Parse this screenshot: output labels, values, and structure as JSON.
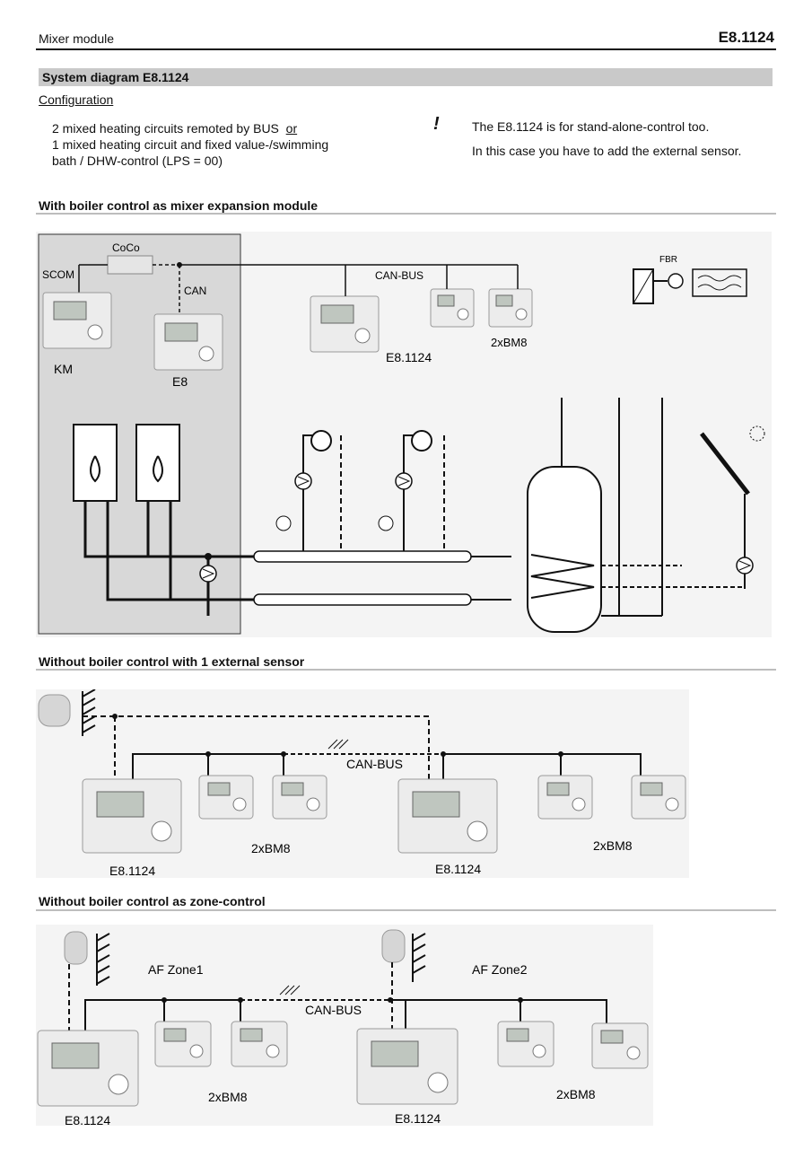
{
  "header": {
    "left": "Mixer module",
    "right": "E8.1124"
  },
  "system_title": "System diagram E8.1124",
  "configuration": {
    "heading": "Configuration",
    "line1_a": "2 mixed heating circuits remoted by BUS",
    "line1_b": "or",
    "line2": "1 mixed heating circuit and fixed value-/swimming",
    "line3": "bath / DHW-control (LPS = 00)"
  },
  "note": {
    "mark": "!",
    "line1": "The E8.1124 is for stand-alone-control too.",
    "line2": "In this case you have to add the external sensor."
  },
  "section1": {
    "title": "With boiler control as mixer expansion module",
    "labels": {
      "coco": "CoCo",
      "scom": "SCOM",
      "can": "CAN",
      "km": "KM",
      "e8": "E8",
      "canbus": "CAN-BUS",
      "module": "E8.1124",
      "bm8": "2xBM8",
      "fbr": "FBR"
    }
  },
  "section2": {
    "title": "Without boiler control with 1 external sensor",
    "canbus": "CAN-BUS",
    "module_left": "E8.1124",
    "module_right": "E8.1124",
    "bm8_left": "2xBM8",
    "bm8_right": "2xBM8"
  },
  "section3": {
    "title": "Without boiler control as zone-control",
    "zone1": "AF Zone1",
    "zone2": "AF Zone2",
    "canbus": "CAN-BUS",
    "module_left": "E8.1124",
    "module_right": "E8.1124",
    "bm8_left": "2xBM8",
    "bm8_right": "2xBM8"
  }
}
